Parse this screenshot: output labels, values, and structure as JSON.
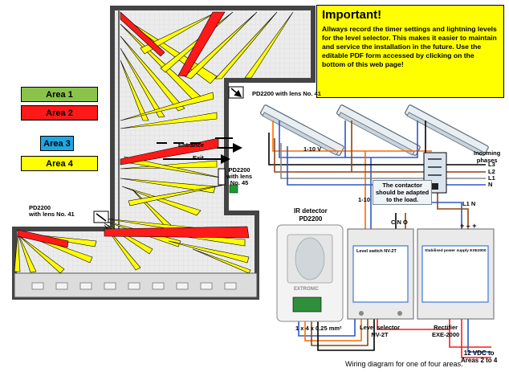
{
  "notice": {
    "title": "Important!",
    "body": "Allways record the timer settings and lightning levels for the level selector. This makes it easier to maintain and service the installation in the future. Use the editable PDF form accessed by clicking on the bottom of this web page!"
  },
  "legend": [
    {
      "label": "Area 1",
      "color": "#8bc34a"
    },
    {
      "label": "Area 2",
      "color": "#ff1a1a"
    },
    {
      "label": "Area 3",
      "color": "#1ea7e1"
    },
    {
      "label": "Area 4",
      "color": "#ffff00"
    }
  ],
  "floorplan": {
    "pd_top": "PD2200 with lens No. 41",
    "pd_mid_1": "PD2200",
    "pd_mid_2": "with lens",
    "pd_mid_3": "No. 45",
    "pd_left_1": "PD2200",
    "pd_left_2": "with lens No. 41",
    "entrance": "Entrance",
    "exit": "Exit"
  },
  "wiring": {
    "incoming_1": "Incoming",
    "incoming_2": "phases",
    "l3": "L3",
    "l2": "L2",
    "l1": "L1",
    "n": "N",
    "v10_top": "1-10 V",
    "v10_side": "1-10",
    "contactor_1": "The contactor",
    "contactor_2": "should be adapted",
    "contactor_3": "to the load.",
    "cno": "C N O",
    "l1n": "L1 N",
    "ir_1": "IR detector",
    "ir_2": "PD2200",
    "extronic": "EXTRONIC",
    "cable": "1 x 4 x 0.25 mm²",
    "level_name_1": "Level selector",
    "level_name_2": "NV-2T",
    "level_panel": "Level switch NV-2T",
    "rect_name_1": "Rectifier",
    "rect_name_2": "EXE-2000",
    "rect_panel": "Stabilised power supply EXE2000",
    "out_1": "12 VDC to",
    "out_2": "Areas 2 to 4",
    "pm": "+ – +"
  },
  "caption": "Wiring diagram for one of four areas."
}
